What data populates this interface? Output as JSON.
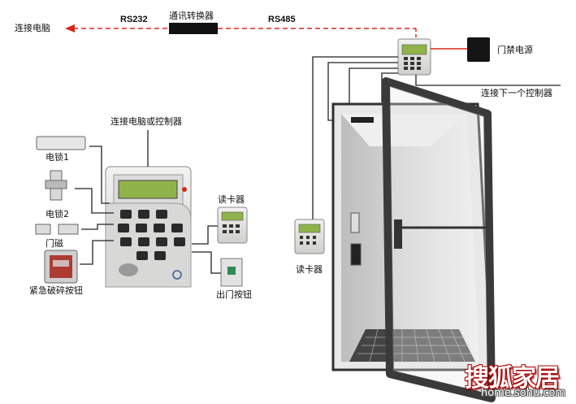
{
  "labels": {
    "pc": "连接电脑",
    "rs232": "RS232",
    "converter": "通讯转换器",
    "rs485": "RS485",
    "power": "门禁电源",
    "next_controller": "连接下一个控制器",
    "pc_or_controller": "连接电脑或控制器",
    "lock1": "电锁1",
    "lock2": "电锁2",
    "magnet": "门磁",
    "emergency": "紧急破碎按钮",
    "reader_left": "读卡器",
    "exit_button": "出门按钮",
    "reader_door": "读卡器"
  },
  "watermark": {
    "site_cn": "搜狐家居",
    "url": "home.sohu.com"
  },
  "colors": {
    "rs_line": "#d9281a",
    "wire": "#222222",
    "panel": "#e8e8e6",
    "lcd": "#8fb34a",
    "door_frame": "#3a3a3a",
    "watermark_red": "#b00000"
  },
  "icons": [
    "access-controller",
    "card-reader",
    "exit-button",
    "electric-lock",
    "door-magnet",
    "emergency-button",
    "power-supply",
    "door"
  ]
}
